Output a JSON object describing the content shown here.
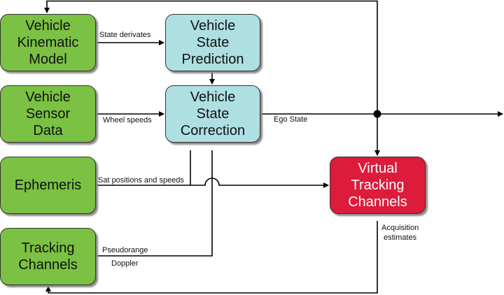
{
  "diagram": {
    "title": "Vector tracking / vehicle state estimation block diagram",
    "colors": {
      "input_block": "#7bc143",
      "estimator_block": "#aedfe3",
      "tracking_block": "#dc1c3a",
      "line": "#000000"
    },
    "blocks": {
      "kinematic_model": {
        "lines": [
          "Vehicle",
          "Kinematic",
          "Model"
        ]
      },
      "sensor_data": {
        "lines": [
          "Vehicle",
          "Sensor",
          "Data"
        ]
      },
      "ephemeris": {
        "lines": [
          "Ephemeris"
        ]
      },
      "tracking_channels": {
        "lines": [
          "Tracking",
          "Channels"
        ]
      },
      "state_prediction": {
        "lines": [
          "Vehicle",
          "State",
          "Prediction"
        ]
      },
      "state_correction": {
        "lines": [
          "Vehicle",
          "State",
          "Correction"
        ]
      },
      "virtual_tracking": {
        "lines": [
          "Virtual",
          "Tracking",
          "Channels"
        ]
      }
    },
    "edge_labels": {
      "state_derivates": "State derivates",
      "wheel_speeds": "Wheel speeds",
      "sat_positions": "Sat positions and speeds",
      "pseudorange": "Pseudorange",
      "doppler": "Doppler",
      "ego_state": "Ego State",
      "acquisition_1": "Acquisition",
      "acquisition_2": "estimates"
    },
    "edges": [
      {
        "from": "Vehicle Kinematic Model",
        "to": "Vehicle State Prediction",
        "label": "State derivates"
      },
      {
        "from": "Vehicle State Prediction",
        "to": "Vehicle State Correction",
        "label": ""
      },
      {
        "from": "Vehicle Sensor Data",
        "to": "Vehicle State Correction",
        "label": "Wheel speeds"
      },
      {
        "from": "Ephemeris",
        "to": "Vehicle State Correction",
        "label": "Sat positions and speeds"
      },
      {
        "from": "Ephemeris",
        "to": "Virtual Tracking Channels",
        "label": "Sat positions and speeds"
      },
      {
        "from": "Tracking Channels",
        "to": "Vehicle State Correction",
        "label": "Pseudorange / Doppler"
      },
      {
        "from": "Vehicle State Correction",
        "to": "Output",
        "label": "Ego State"
      },
      {
        "from": "Ego State",
        "to": "Vehicle Kinematic Model",
        "label": ""
      },
      {
        "from": "Ego State",
        "to": "Virtual Tracking Channels",
        "label": ""
      },
      {
        "from": "Virtual Tracking Channels",
        "to": "Tracking Channels",
        "label": "Acquisition estimates"
      }
    ]
  }
}
